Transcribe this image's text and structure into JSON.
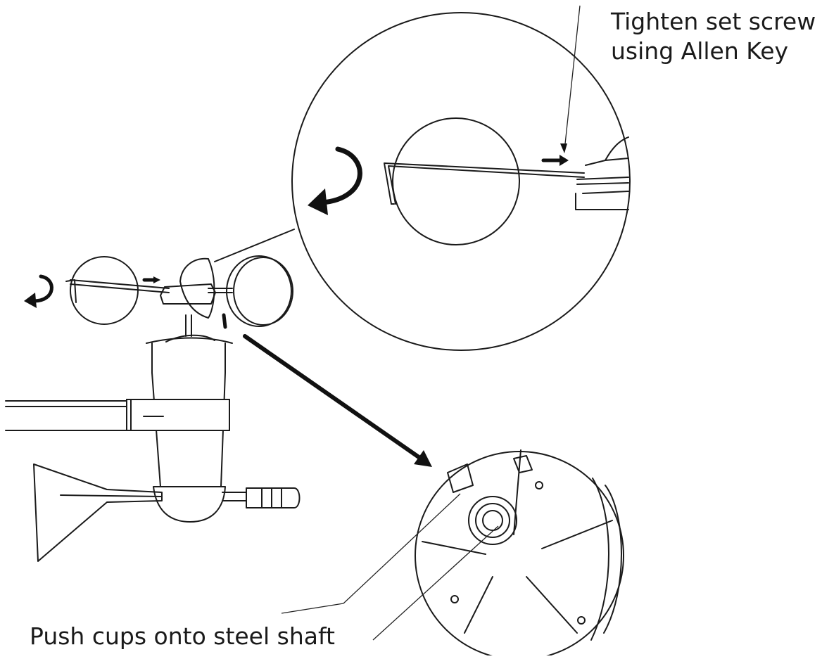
{
  "callouts": {
    "set_screw_line1": "Tighten set screw",
    "set_screw_line2": "using Allen Key",
    "push_cups": "Push cups onto steel shaft"
  },
  "colors": {
    "ink": "#1a1a1a",
    "background": "#ffffff"
  }
}
